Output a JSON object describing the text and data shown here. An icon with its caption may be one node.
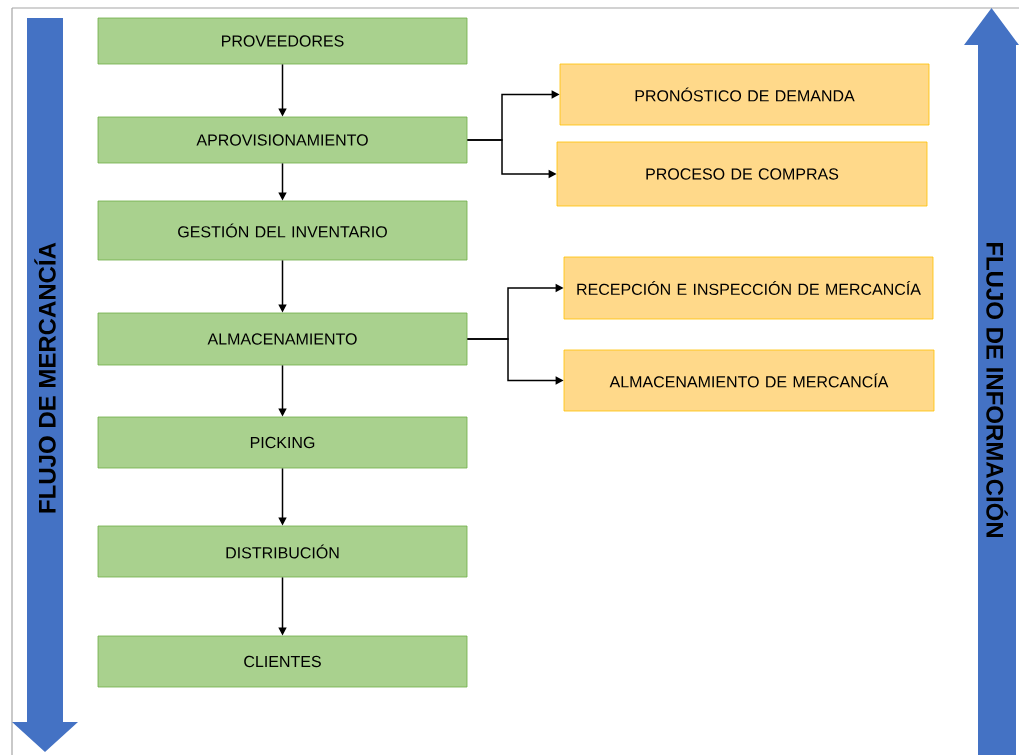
{
  "diagram": {
    "nodes": [
      {
        "text": [
          "FLUJO DE  MERCANCÍA"
        ]
      },
      {
        "text": [
          "PROVEEDORES"
        ]
      },
      {
        "text": [
          "APROVISIONAMIENTO"
        ]
      },
      {
        "text": [
          "PRONÓSTICO DE DEMANDA"
        ]
      },
      {
        "text": [
          "PROCESO DE COMPRAS"
        ]
      },
      {
        "text": [
          "GESTIÓN DEL INVENTARIO"
        ]
      },
      {
        "text": [
          "ALMACENAMIENTO"
        ]
      },
      {
        "text": [
          "RECEPCIÓN E INSPECCIÓN DE MERCANCÍA"
        ]
      },
      {
        "text": [
          "ALMACENAMIENTO DE MERCANCÍA"
        ]
      },
      {
        "text": [
          "PICKING"
        ]
      },
      {
        "text": [
          "DISTRIBUCIÓN"
        ]
      },
      {
        "text": [
          "CLIENTES"
        ]
      },
      {
        "text": [
          "FLUJO DE INFORMACIÓN"
        ]
      }
    ],
    "edges": [
      {
        "from": 1,
        "to": 2,
        "arrow": "to"
      },
      {
        "from": 2,
        "to": 3,
        "arrow": "to"
      },
      {
        "from": 2,
        "to": 4,
        "arrow": "to"
      },
      {
        "from": 2,
        "to": 5,
        "arrow": "to"
      },
      {
        "from": 5,
        "to": 6,
        "arrow": "to"
      },
      {
        "from": 6,
        "to": 7,
        "arrow": "to"
      },
      {
        "from": 6,
        "to": 8,
        "arrow": "to"
      },
      {
        "from": 6,
        "to": 9,
        "arrow": "to"
      },
      {
        "from": 9,
        "to": 10,
        "arrow": "to"
      },
      {
        "from": 10,
        "to": 11,
        "arrow": "to"
      }
    ]
  }
}
